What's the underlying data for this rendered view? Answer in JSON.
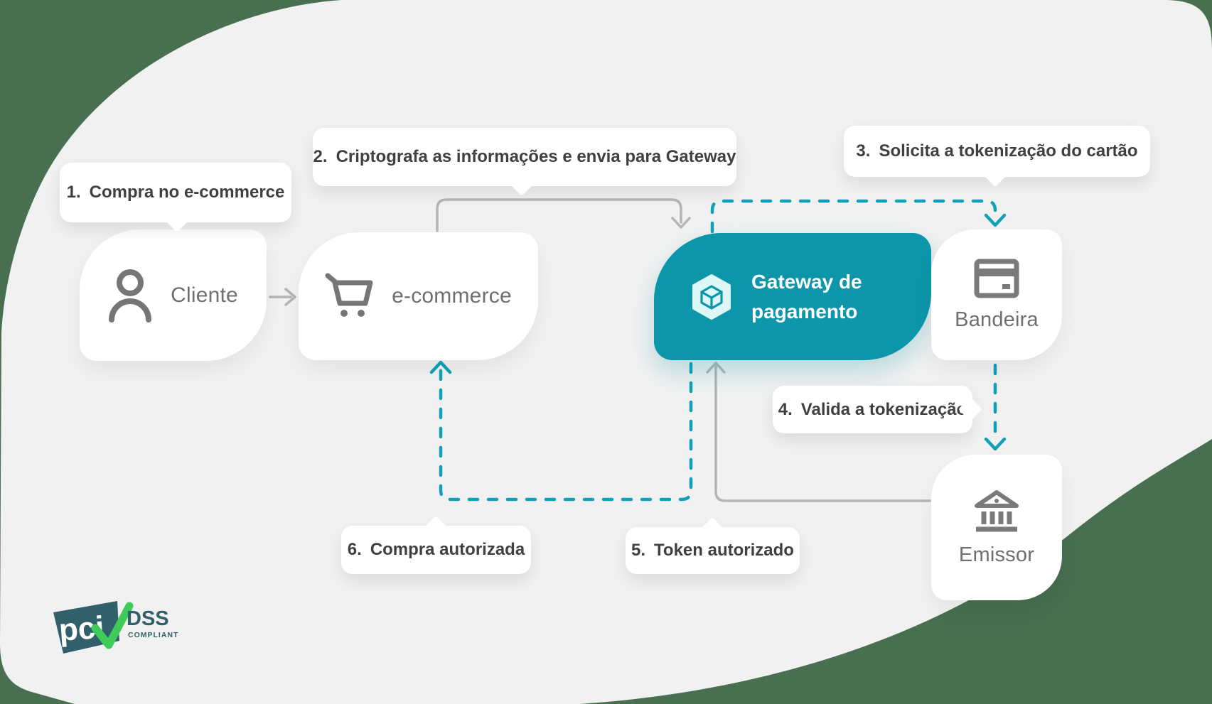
{
  "colors": {
    "green-bg": "#476f50",
    "panel-gray": "#f1f1f1",
    "teal": "#0d95a9",
    "teal-dash": "#12a0b6",
    "line-gray": "#b5b5b5",
    "icon-gray": "#767676",
    "label-gray": "#6f6f6f",
    "callout-text": "#3f4040",
    "mint": "#dcf7f5",
    "pci-teal": "#315f6a",
    "pci-green": "#3fcb5a"
  },
  "nodes": {
    "cliente": {
      "label": "Cliente",
      "icon": "person-icon"
    },
    "ecommerce": {
      "label": "e-commerce",
      "icon": "cart-icon"
    },
    "gateway": {
      "line1": "Gateway de",
      "line2": "pagamento",
      "icon": "cube-icon"
    },
    "bandeira": {
      "label": "Bandeira",
      "icon": "credit-card-icon"
    },
    "emissor": {
      "label": "Emissor",
      "icon": "bank-icon"
    }
  },
  "callouts": [
    {
      "num": "1.",
      "text": "Compra no e-commerce"
    },
    {
      "num": "2.",
      "text": "Criptografa as informações e envia para Gateway"
    },
    {
      "num": "3.",
      "text": "Solicita a tokenização do cartão"
    },
    {
      "num": "4.",
      "text": "Valida a tokenização"
    },
    {
      "num": "5.",
      "text": "Token autorizado"
    },
    {
      "num": "6.",
      "text": "Compra autorizada"
    }
  ],
  "logo": {
    "pci": "pci",
    "dss": "DSS",
    "compliant": "COMPLIANT"
  }
}
